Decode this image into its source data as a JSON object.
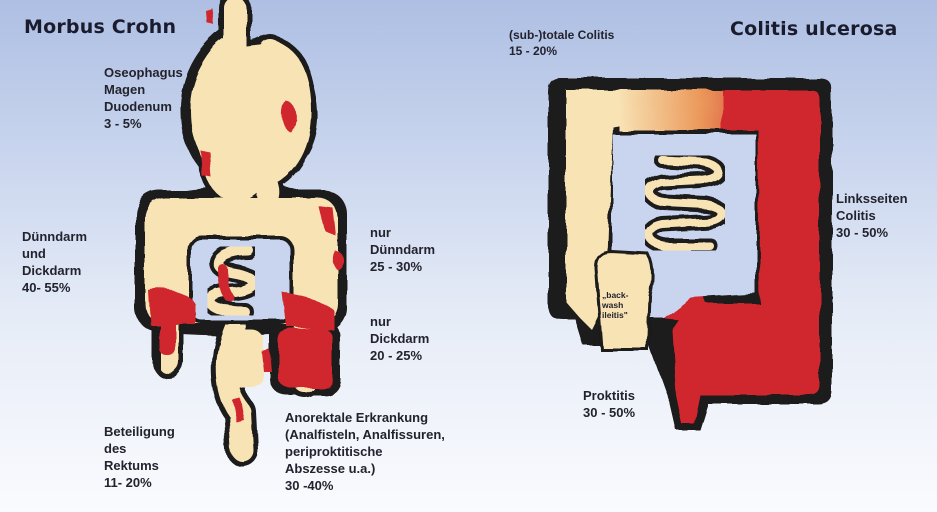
{
  "titles": {
    "left": "Morbus Crohn",
    "right": "Colitis ulcerosa"
  },
  "crohn": {
    "upper_gi": [
      "Oseophagus",
      "Magen",
      "Duodenum",
      "3 - 5%"
    ],
    "small_and_large": [
      "Dünndarm",
      "und",
      "Dickdarm",
      "40- 55%"
    ],
    "only_small": [
      "nur",
      "Dünndarm",
      "25 - 30%"
    ],
    "only_large": [
      "nur",
      "Dickdarm",
      "20 - 25%"
    ],
    "rectum": [
      "Beteiligung",
      "des",
      "Rektums",
      "11- 20%"
    ],
    "anorectal": [
      "Anorektale Erkrankung",
      "(Analfisteln, Analfissuren,",
      "periproktitische",
      "Abszesse u.a.)",
      "30 -40%"
    ]
  },
  "colitis": {
    "total": [
      "(sub-)totale Colitis",
      "15 - 20%"
    ],
    "left_sided": [
      "Linksseiten",
      "Colitis",
      "30 - 50%"
    ],
    "backwash": [
      "„back-",
      "wash",
      "ileitis\""
    ],
    "proctitis": [
      "Proktitis",
      "30 - 50%"
    ]
  },
  "colors": {
    "bowel": "#f8e3b5",
    "inflamed": "#d0262e",
    "outline": "#1a1a1a",
    "bg_top": "#aebfe3",
    "bg_bottom": "#fafbfe"
  }
}
